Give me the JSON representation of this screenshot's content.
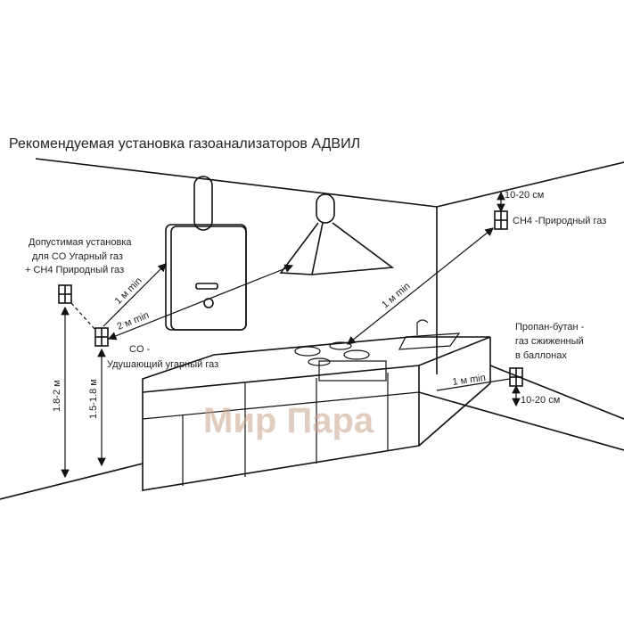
{
  "title": "Рекомендуемая установка газоанализаторов АДВИЛ",
  "left_note": [
    "Допустимая установка",
    "для CO Угарный газ",
    "+ CH4 Природный газ"
  ],
  "dist_boiler_1m": "1 м min",
  "dist_boiler_2m": "2 м min",
  "co_label": [
    "CO -",
    "Удушающий угарный газ"
  ],
  "height_1": "1.8-2 м",
  "height_2": "1.5-1.8 м",
  "dist_stove_1m": "1 м min",
  "ceiling_gap": "10-20 см",
  "ch4_label": "CH4  -Природный газ",
  "propane_label": [
    "Пропан-бутан -",
    "газ сжиженный",
    "в баллонах"
  ],
  "dist_floor_1m": "1 м min",
  "floor_gap": "10-20 см",
  "watermark": "Мир Пара"
}
